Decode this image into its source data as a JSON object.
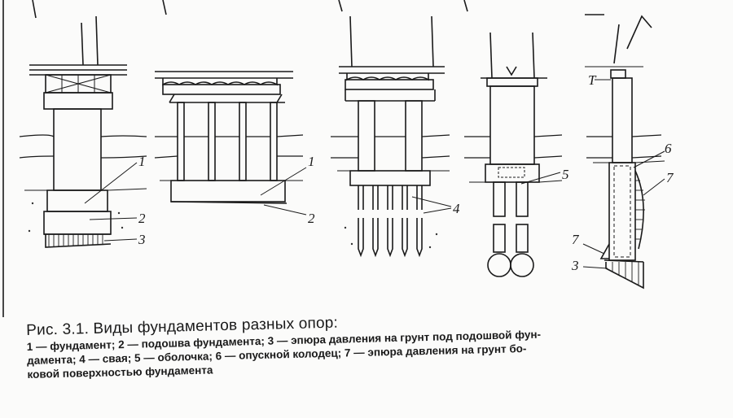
{
  "figure": {
    "labels": {
      "a_1": "1",
      "a_2": "2",
      "a_3": "3",
      "b_1": "1",
      "b_2": "2",
      "c_4": "4",
      "d_5": "5",
      "e_6": "6",
      "e_7a": "7",
      "e_7b": "7",
      "e_3": "3"
    }
  },
  "caption": {
    "title": "Рис. 3.1. Виды фундаментов разных опор:",
    "line1": "1 — фундамент; 2 — подошва фундамента; 3 — эпюра давления на грунт под подошвой фун-",
    "line2": "дамента; 4 — свая; 5 — оболочка; 6 — опускной колодец; 7 — эпюра давления на грунт бо-",
    "line3": "ковой поверхностью фундамента"
  }
}
